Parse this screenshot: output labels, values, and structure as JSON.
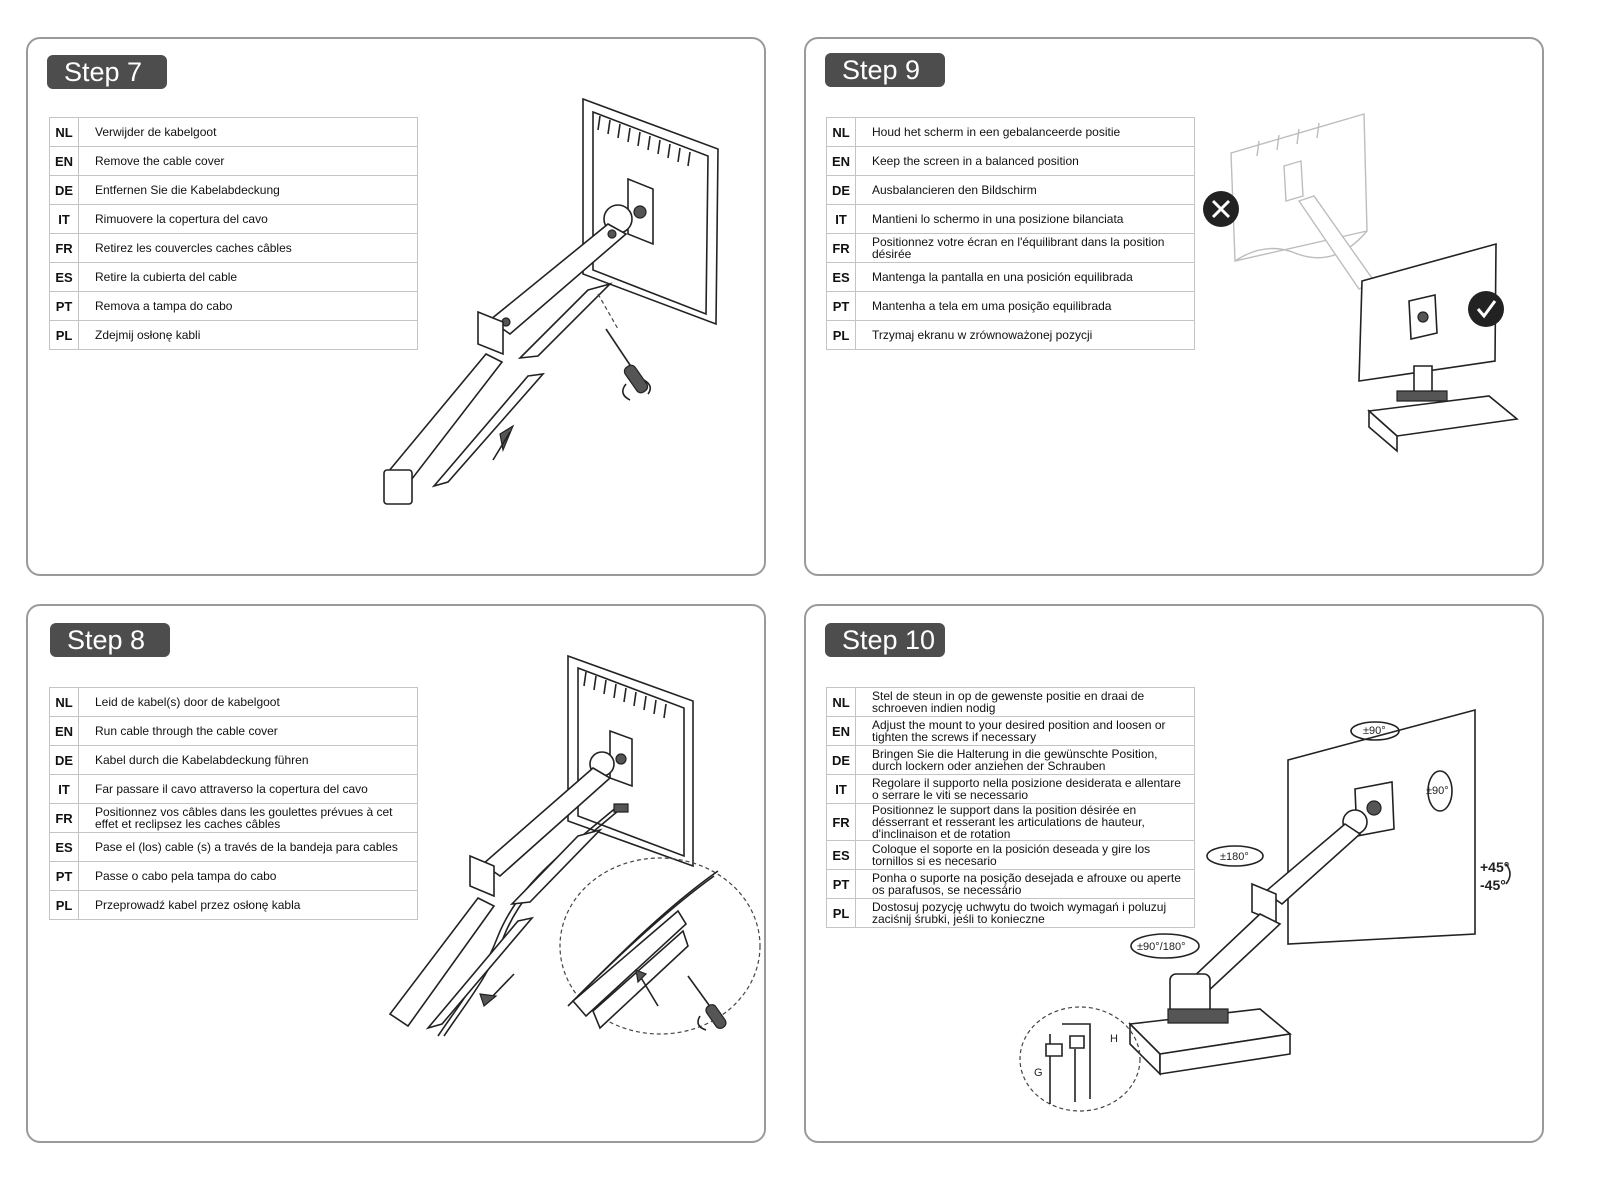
{
  "panels": {
    "step7": {
      "title": "Step 7",
      "rows": [
        {
          "code": "NL",
          "text": "Verwijder de kabelgoot"
        },
        {
          "code": "EN",
          "text": "Remove the cable cover"
        },
        {
          "code": "DE",
          "text": "Entfernen Sie die Kabelabdeckung"
        },
        {
          "code": "IT",
          "text": "Rimuovere la copertura del cavo"
        },
        {
          "code": "FR",
          "text": "Retirez les couvercles caches câbles"
        },
        {
          "code": "ES",
          "text": "Retire la cubierta del cable"
        },
        {
          "code": "PT",
          "text": "Remova a tampa do cabo"
        },
        {
          "code": "PL",
          "text": "Zdejmij osłonę kabli"
        }
      ]
    },
    "step8": {
      "title": "Step 8",
      "rows": [
        {
          "code": "NL",
          "text": "Leid de kabel(s) door de kabelgoot"
        },
        {
          "code": "EN",
          "text": "Run cable through the cable cover"
        },
        {
          "code": "DE",
          "text": "Kabel durch die Kabelabdeckung führen"
        },
        {
          "code": "IT",
          "text": "Far passare il cavo attraverso la copertura del cavo"
        },
        {
          "code": "FR",
          "text": "Positionnez vos câbles dans les goulettes prévues à cet effet et reclipsez les caches câbles"
        },
        {
          "code": "ES",
          "text": "Pase el (los) cable (s) a través de la bandeja para cables"
        },
        {
          "code": "PT",
          "text": "Passe o cabo pela tampa do cabo"
        },
        {
          "code": "PL",
          "text": "Przeprowadź kabel przez osłonę kabla"
        }
      ]
    },
    "step9": {
      "title": "Step 9",
      "rows": [
        {
          "code": "NL",
          "text": "Houd het scherm in een gebalanceerde positie"
        },
        {
          "code": "EN",
          "text": "Keep the screen in a balanced position"
        },
        {
          "code": "DE",
          "text": "Ausbalancieren den Bildschirm"
        },
        {
          "code": "IT",
          "text": "Mantieni lo schermo in una posizione bilanciata"
        },
        {
          "code": "FR",
          "text": "Positionnez votre écran en l'équilibrant dans la position désirée"
        },
        {
          "code": "ES",
          "text": "Mantenga la pantalla en una posición equilibrada"
        },
        {
          "code": "PT",
          "text": "Mantenha a tela em uma posição equilibrada"
        },
        {
          "code": "PL",
          "text": "Trzymaj ekranu w zrównoważonej pozycji"
        }
      ]
    },
    "step10": {
      "title": "Step 10",
      "rows": [
        {
          "code": "NL",
          "text": "Stel de steun in op de gewenste positie en draai de schroeven indien nodig"
        },
        {
          "code": "EN",
          "text": "Adjust the mount to your desired position and loosen or tighten the screws if necessary"
        },
        {
          "code": "DE",
          "text": "Bringen Sie die Halterung in die gewünschte Position, durch lockern oder anziehen der Schrauben"
        },
        {
          "code": "IT",
          "text": "Regolare il supporto nella posizione desiderata e allentare o serrare le viti se necessario"
        },
        {
          "code": "FR",
          "text": "Positionnez le support dans la position désirée en désserrant et resserant les articulations de hauteur, d'inclinaison et de rotation"
        },
        {
          "code": "ES",
          "text": "Coloque el soporte en la posición deseada y gire los tornillos si es necesario"
        },
        {
          "code": "PT",
          "text": "Ponha o suporte na posição desejada e afrouxe ou aperte os parafusos, se necessário"
        },
        {
          "code": "PL",
          "text": "Dostosuj pozycję uchwytu do twoich wymagań i poluzuj zaciśnij śrubki, jeśli to konieczne"
        }
      ],
      "illustration_labels": {
        "rot_top": "±90°",
        "rot_side": "±90°",
        "tilt_up": "+45°",
        "tilt_down": "-45°",
        "rot_180": "±180°",
        "rot_base": "±90°/180°",
        "key_h": "H",
        "key_g": "G"
      }
    }
  }
}
